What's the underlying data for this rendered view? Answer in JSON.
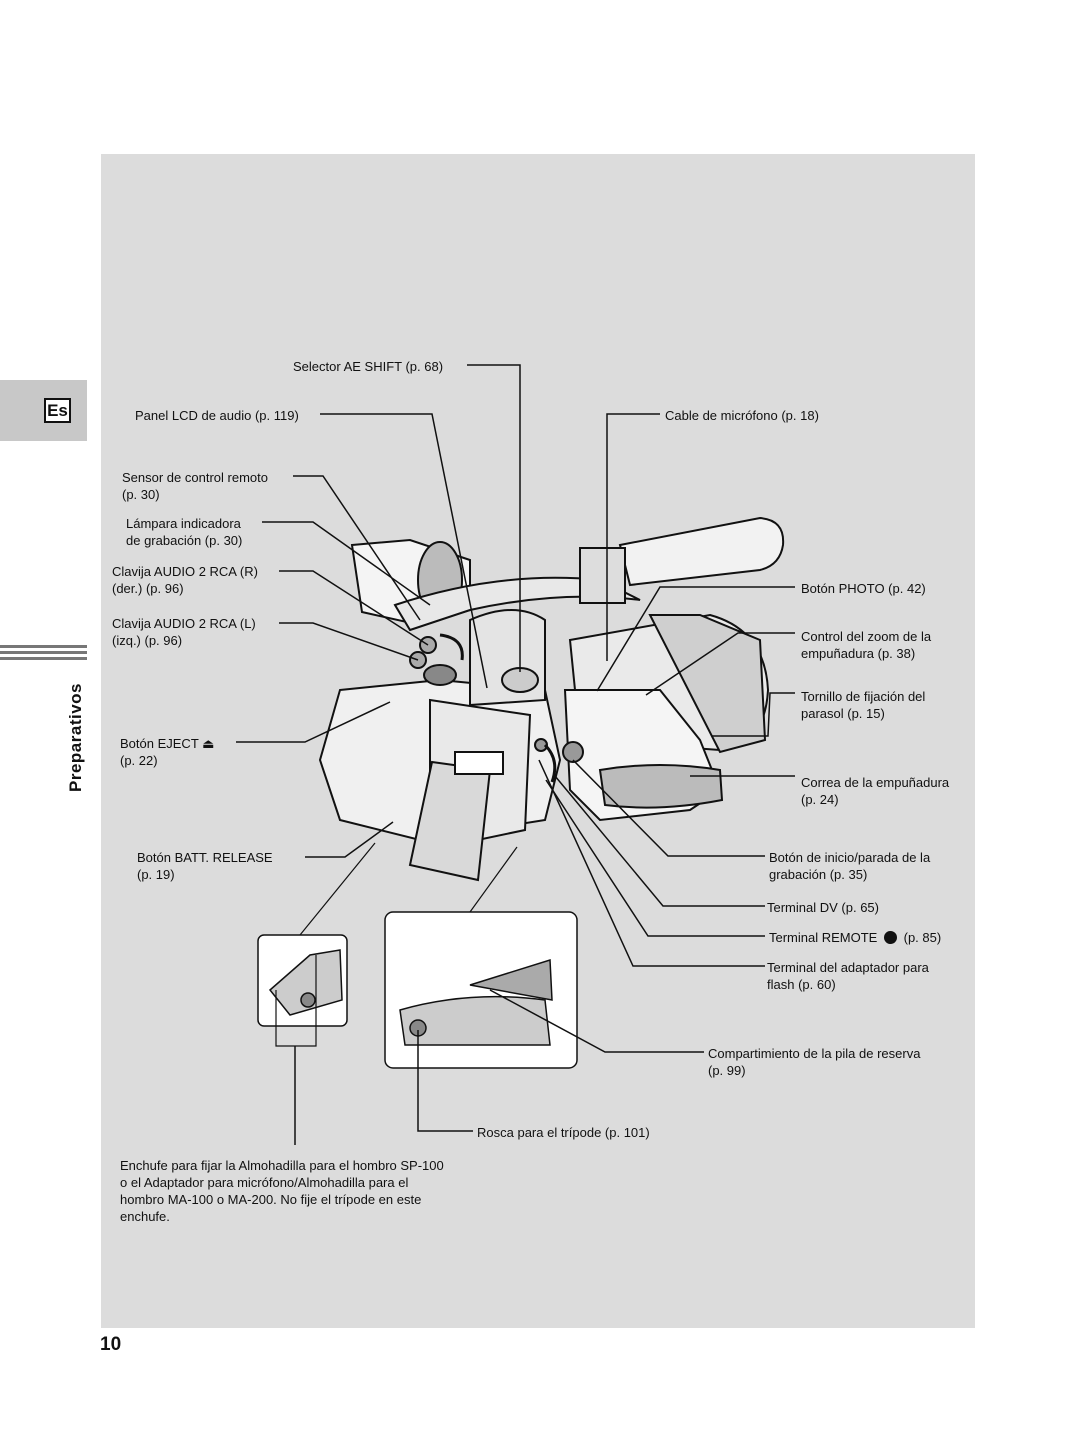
{
  "page": {
    "language_tab": "Es",
    "section_title": "Preparativos",
    "page_number": "10"
  },
  "labels": {
    "ae_shift": "Selector AE SHIFT (p. 68)",
    "lcd_audio": "Panel LCD de audio (p. 119)",
    "mic_cable": "Cable de micrófono (p. 18)",
    "remote_sensor_1": "Sensor de control remoto",
    "remote_sensor_2": "(p. 30)",
    "rec_lamp_1": "Lámpara indicadora",
    "rec_lamp_2": "de grabación (p. 30)",
    "audio_r_1": "Clavija AUDIO 2 RCA (R)",
    "audio_r_2": "(der.) (p. 96)",
    "audio_l_1": "Clavija AUDIO 2 RCA (L)",
    "audio_l_2": "(izq.) (p. 96)",
    "photo_btn": "Botón PHOTO (p. 42)",
    "grip_zoom_1": "Control del zoom de la",
    "grip_zoom_2": "empuñadura (p. 38)",
    "hood_screw_1": "Tornillo de fijación del",
    "hood_screw_2": "parasol (p. 15)",
    "eject_1": "Botón EJECT",
    "eject_2": "(p. 22)",
    "grip_strap_1": "Correa de la empuñadura",
    "grip_strap_2": "(p. 24)",
    "batt_release_1": "Botón BATT. RELEASE",
    "batt_release_2": "(p. 19)",
    "rec_btn_1": "Botón de inicio/parada de la",
    "rec_btn_2": "grabación (p. 35)",
    "dv_terminal": "Terminal DV (p. 65)",
    "remote_terminal_1": "Terminal REMOTE",
    "remote_terminal_2": "(p. 85)",
    "flash_terminal_1": "Terminal del adaptador para",
    "flash_terminal_2": "flash (p. 60)",
    "backup_battery_1": "Compartimiento de la pila de reserva",
    "backup_battery_2": "(p. 99)",
    "tripod_socket": "Rosca para el trípode (p. 101)",
    "shoulder_socket_1": "Enchufe para fijar la Almohadilla para el hombro SP-100",
    "shoulder_socket_2": "o el Adaptador para micrófono/Almohadilla para el",
    "shoulder_socket_3": "hombro MA-100 o MA-200.  No fije el trípode en este",
    "shoulder_socket_4": "enchufe."
  }
}
